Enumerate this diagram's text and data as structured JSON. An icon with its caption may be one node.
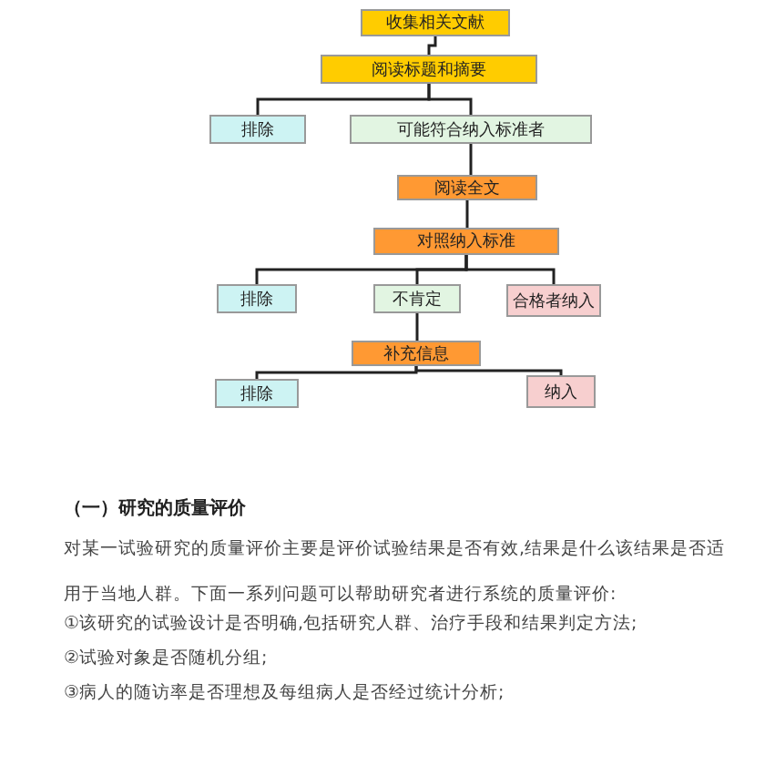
{
  "diagram": {
    "nodes": [
      {
        "text": [
          "收集相关文献"
        ]
      },
      {
        "text": [
          "阅读标题和摘要"
        ]
      },
      {
        "text": [
          "排除"
        ]
      },
      {
        "text": [
          "可能符合纳入标准者"
        ]
      },
      {
        "text": [
          "阅读全文"
        ]
      },
      {
        "text": [
          "对照纳入标准"
        ]
      },
      {
        "text": [
          "排除"
        ]
      },
      {
        "text": [
          "不肯定"
        ]
      },
      {
        "text": [
          "合格者纳入"
        ]
      },
      {
        "text": [
          "补充信息"
        ]
      },
      {
        "text": [
          "排除"
        ]
      },
      {
        "text": [
          "纳入"
        ]
      }
    ],
    "edges": [
      {
        "from": 0,
        "to": 1,
        "arrow": "none"
      },
      {
        "from": 1,
        "to": 2,
        "arrow": "none"
      },
      {
        "from": 1,
        "to": 3,
        "arrow": "none"
      },
      {
        "from": 3,
        "to": 4,
        "arrow": "none"
      },
      {
        "from": 4,
        "to": 5,
        "arrow": "none"
      },
      {
        "from": 5,
        "to": 6,
        "arrow": "none"
      },
      {
        "from": 5,
        "to": 7,
        "arrow": "none"
      },
      {
        "from": 5,
        "to": 8,
        "arrow": "none"
      },
      {
        "from": 7,
        "to": 9,
        "arrow": "none"
      },
      {
        "from": 9,
        "to": 10,
        "arrow": "none"
      },
      {
        "from": 9,
        "to": 11,
        "arrow": "none"
      }
    ],
    "labels": [
      "（一）研究的质量评价",
      "对某一试验研究的质量评价主要是评价试验结果是否有效,结果是什么该结果是否适用于当地人群。下面一系列问题可以帮助研究者进行系统的质量评价:",
      "①该研究的试验设计是否明确,包括研究人群、治疗手段和结果判定方法;",
      "②试验对象是否随机分组;",
      "③病人的随访率是否理想及每组病人是否经过统计分析;"
    ]
  }
}
